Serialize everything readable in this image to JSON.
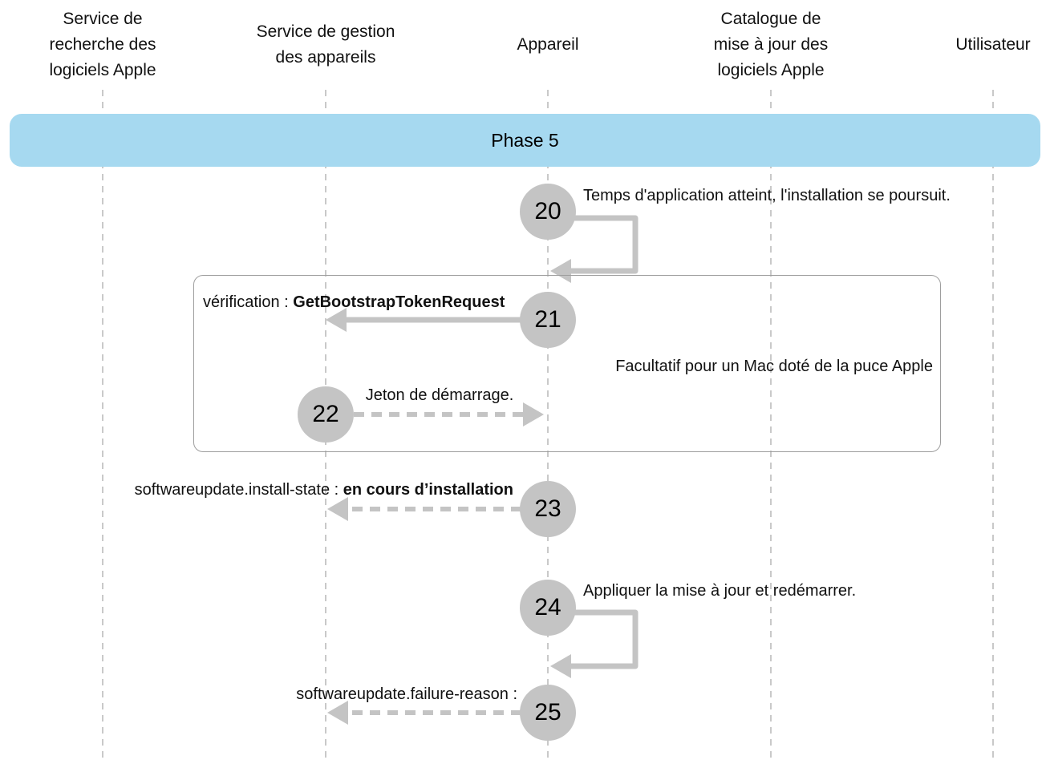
{
  "diagram": {
    "phase_label": "Phase 5",
    "actors": [
      {
        "id": "service-recherche",
        "lines": [
          "Service de",
          "recherche des",
          "logiciels Apple"
        ]
      },
      {
        "id": "service-gestion",
        "lines": [
          "Service de gestion",
          "des appareils"
        ]
      },
      {
        "id": "appareil",
        "lines": [
          "Appareil"
        ]
      },
      {
        "id": "catalogue",
        "lines": [
          "Catalogue de",
          "mise à jour des",
          "logiciels Apple"
        ]
      },
      {
        "id": "utilisateur",
        "lines": [
          "Utilisateur"
        ]
      }
    ],
    "group_note": "Facultatif pour un Mac doté de la puce Apple",
    "steps": [
      {
        "number": "20",
        "type": "self-loop",
        "actor": "appareil",
        "text": "Temps d'application atteint, l'installation se poursuit."
      },
      {
        "number": "21",
        "type": "solid-arrow-left",
        "from": "appareil",
        "to": "service-gestion",
        "label_prefix": "vérification : ",
        "label_value": "GetBootstrapTokenRequest"
      },
      {
        "number": "22",
        "type": "dashed-arrow-right",
        "from": "service-gestion",
        "to": "appareil",
        "text": "Jeton de démarrage."
      },
      {
        "number": "23",
        "type": "dashed-arrow-left",
        "from": "appareil",
        "to": "service-gestion",
        "label_prefix": "softwareupdate.install-state : ",
        "label_value": "en cours d’installation"
      },
      {
        "number": "24",
        "type": "self-loop",
        "actor": "appareil",
        "text": "Appliquer la mise à jour et redémarrer."
      },
      {
        "number": "25",
        "type": "dashed-arrow-left",
        "from": "appareil",
        "to": "service-gestion",
        "text": "softwareupdate.failure-reason :"
      }
    ],
    "colors": {
      "banner_blue": "#A6D9F0",
      "shape_gray": "#C4C4C4",
      "lifeline_gray": "#C9C9C9",
      "box_border_gray": "#9E9E9E",
      "text_black": "#111111"
    }
  }
}
